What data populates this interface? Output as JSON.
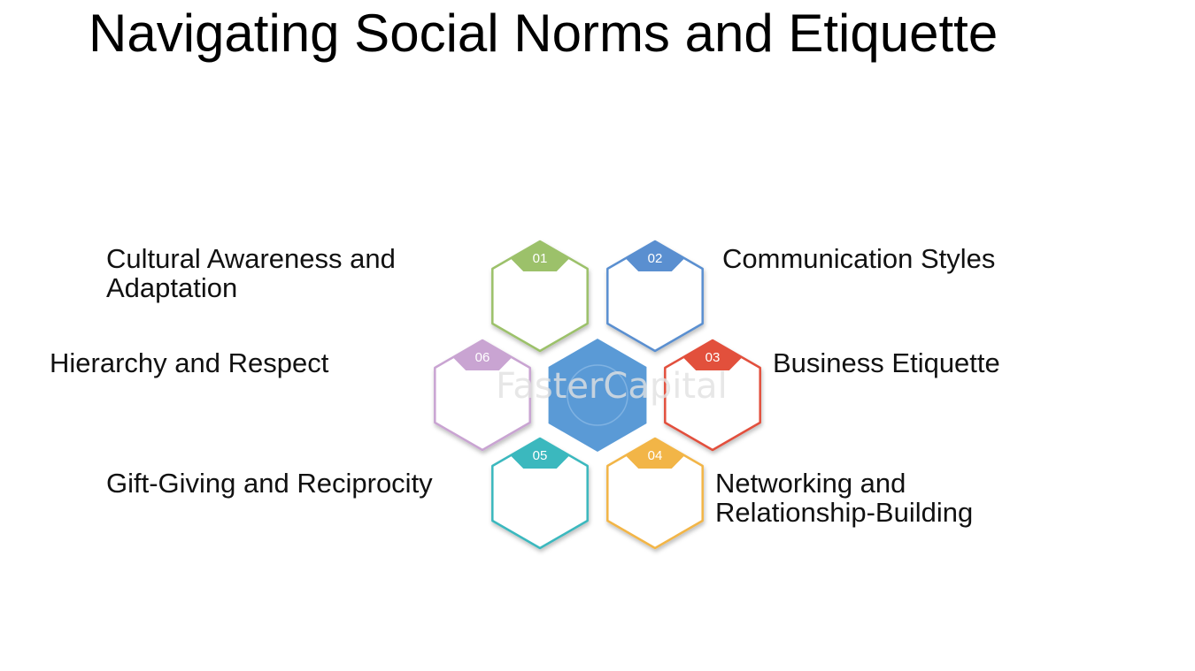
{
  "title": "Navigating Social Norms and Etiquette",
  "watermark": "FasterCapital",
  "center_color": "#5a9ad6",
  "items": [
    {
      "number": "01",
      "label_lines": [
        "Cultural Awareness and",
        "Adaptation"
      ],
      "color": "#9cc16a"
    },
    {
      "number": "02",
      "label_lines": [
        "Communication Styles"
      ],
      "color": "#5a8fd0"
    },
    {
      "number": "03",
      "label_lines": [
        "Business Etiquette"
      ],
      "color": "#e2503c"
    },
    {
      "number": "04",
      "label_lines": [
        "Networking and",
        "Relationship-Building"
      ],
      "color": "#f2b547"
    },
    {
      "number": "05",
      "label_lines": [
        "Gift-Giving and Reciprocity"
      ],
      "color": "#3bb8be"
    },
    {
      "number": "06",
      "label_lines": [
        "Hierarchy and Respect"
      ],
      "color": "#c9a4d2"
    }
  ]
}
